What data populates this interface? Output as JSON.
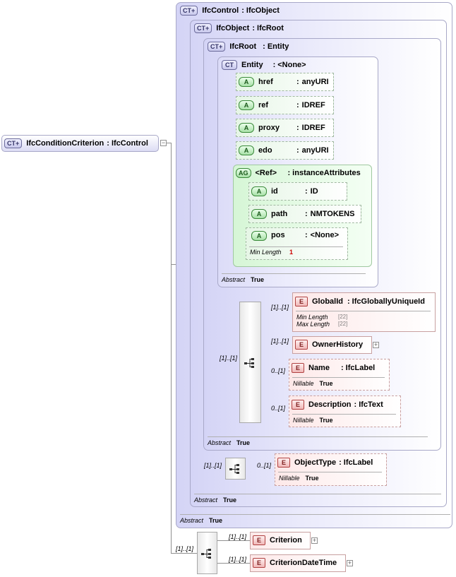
{
  "root": {
    "name": "IfcConditionCriterion",
    "type": "IfcControl",
    "badge": "CT+"
  },
  "ifcControl": {
    "name": "IfcControl",
    "type": "IfcObject",
    "badge": "CT+",
    "abstract_label": "Abstract",
    "abstract_value": "True"
  },
  "ifcObject": {
    "name": "IfcObject",
    "type": "IfcRoot",
    "badge": "CT+",
    "abstract_label": "Abstract",
    "abstract_value": "True"
  },
  "ifcRoot": {
    "name": "IfcRoot",
    "type": "Entity",
    "badge": "CT+",
    "abstract_label": "Abstract",
    "abstract_value": "True"
  },
  "entity": {
    "name": "Entity",
    "type": "<None>",
    "badge": "CT",
    "abstract_label": "Abstract",
    "abstract_value": "True"
  },
  "attributes": [
    {
      "badge": "A",
      "name": "href",
      "type": "anyURI"
    },
    {
      "badge": "A",
      "name": "ref",
      "type": "IDREF"
    },
    {
      "badge": "A",
      "name": "proxy",
      "type": "IDREF"
    },
    {
      "badge": "A",
      "name": "edo",
      "type": "anyURI"
    }
  ],
  "attributeGroup": {
    "badge": "AG",
    "name": "<Ref>",
    "type": "instanceAttributes",
    "items": [
      {
        "badge": "A",
        "name": "id",
        "type": "ID"
      },
      {
        "badge": "A",
        "name": "path",
        "type": "NMTOKENS"
      },
      {
        "badge": "A",
        "name": "pos",
        "type": "<None>",
        "prop_label": "Min Length",
        "prop_value": "1"
      }
    ]
  },
  "rootSequence": {
    "occurrence": "[1]..[1]"
  },
  "rootElements": [
    {
      "badge": "E",
      "name": "GlobalId",
      "type": "IfcGloballyUniqueId",
      "occurrence": "[1]..[1]",
      "props": [
        {
          "label": "Min Length",
          "value": "[22]"
        },
        {
          "label": "Max Length",
          "value": "[22]"
        }
      ]
    },
    {
      "badge": "E",
      "name": "OwnerHistory",
      "type": "",
      "occurrence": "[1]..[1]"
    },
    {
      "badge": "E",
      "name": "Name",
      "type": "IfcLabel",
      "occurrence": "0..[1]",
      "prop_label": "Nillable",
      "prop_value": "True"
    },
    {
      "badge": "E",
      "name": "Description",
      "type": "IfcText",
      "occurrence": "0..[1]",
      "prop_label": "Nillable",
      "prop_value": "True"
    }
  ],
  "objectSequence": {
    "occurrence": "[1]..[1]"
  },
  "objectType": {
    "badge": "E",
    "name": "ObjectType",
    "type": "IfcLabel",
    "occurrence": "0..[1]",
    "prop_label": "Nillable",
    "prop_value": "True"
  },
  "criterionSequence": {
    "occurrence": "[1]..[1]"
  },
  "criterionElements": [
    {
      "badge": "E",
      "name": "Criterion",
      "occurrence": "[1]..[1]"
    },
    {
      "badge": "E",
      "name": "CriterionDateTime",
      "occurrence": "[1]..[1]"
    }
  ],
  "expand_symbol": "+",
  "collapse_symbol": "−",
  "separator": ":"
}
